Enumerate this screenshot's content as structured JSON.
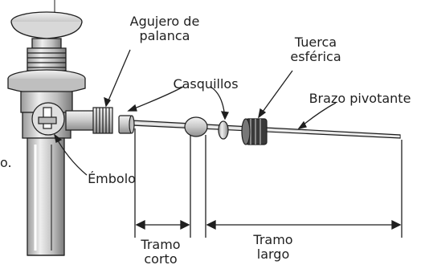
{
  "labels": {
    "lift_rod_hole": [
      "Agujero de",
      "palanca"
    ],
    "bushings": "Casquillos",
    "ball_nut": [
      "Tuerca",
      "esférica"
    ],
    "pivot_rod": "Brazo pivotante",
    "plunger": "Émbolo",
    "short_segment": [
      "Tramo",
      "corto"
    ],
    "long_segment": [
      "Tramo",
      "largo"
    ],
    "edge_fragment": "o."
  },
  "colors": {
    "line": "#1f1f1f",
    "metal_light": "#d9d9d9",
    "metal_dark": "#8a8a8a"
  }
}
